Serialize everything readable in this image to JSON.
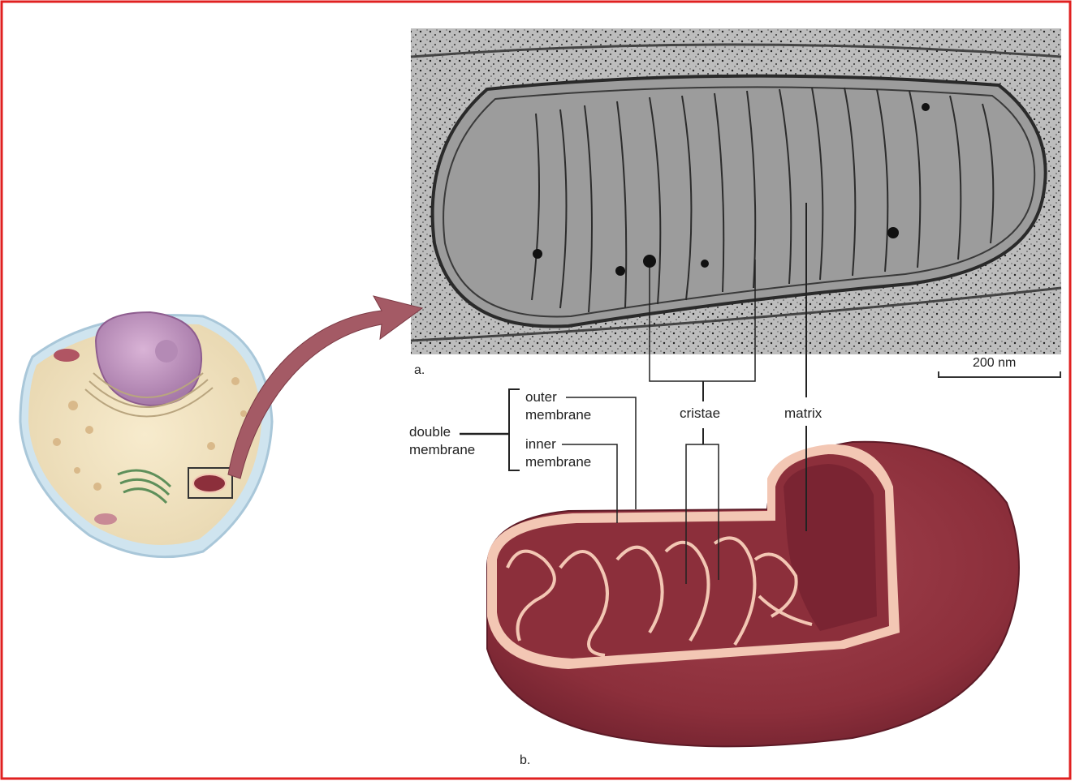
{
  "figure": {
    "panel_a": {
      "tag": "a.",
      "scale_bar": "200 nm"
    },
    "panel_b": {
      "tag": "b."
    },
    "labels": {
      "double_membrane": [
        "double",
        "membrane"
      ],
      "outer_membrane": [
        "outer",
        "membrane"
      ],
      "inner_membrane": [
        "inner",
        "membrane"
      ],
      "cristae": "cristae",
      "matrix": "matrix"
    },
    "colors": {
      "frame": "#e02020",
      "mito_body": "#8c2f3b",
      "mito_shadow": "#6e2030",
      "membrane": "#f3c7b4",
      "arrow": "#a45a65",
      "cell_cytoplasm": "#f2e4c4",
      "nucleus": "#c99ac6"
    }
  }
}
